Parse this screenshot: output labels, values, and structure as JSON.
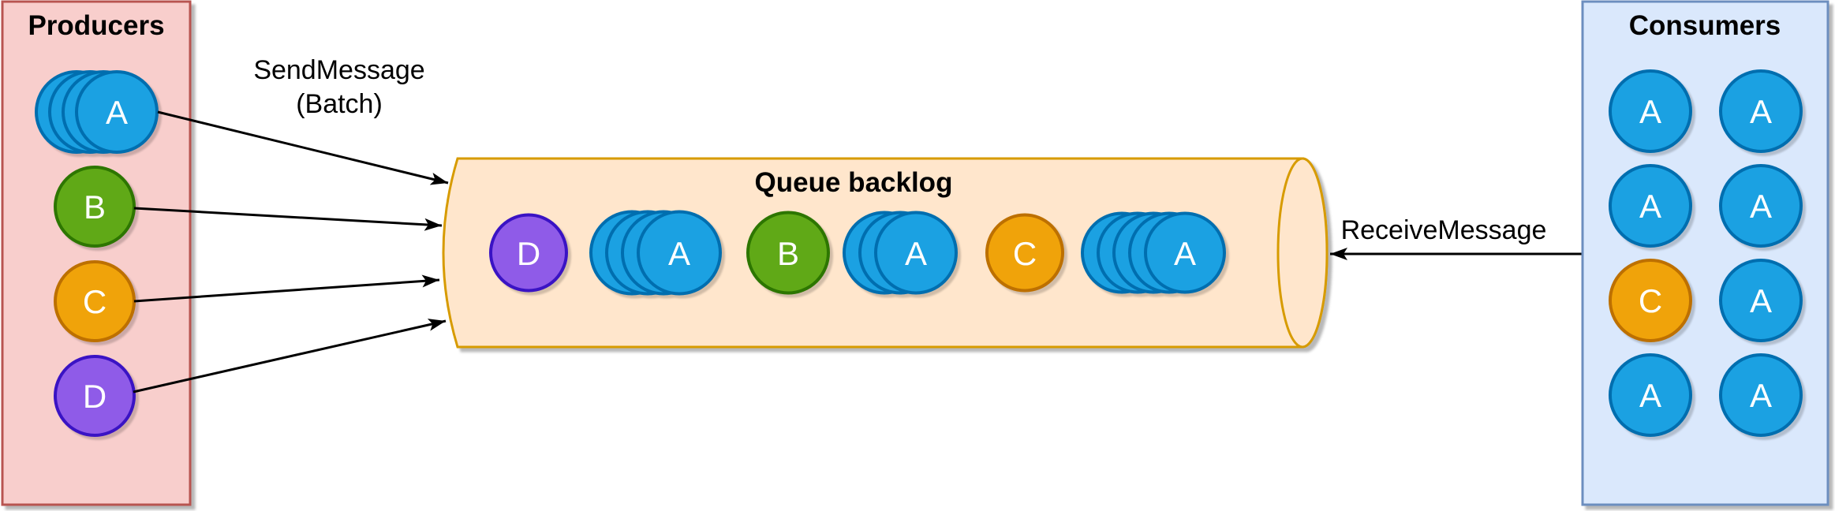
{
  "producers": {
    "title": "Producers",
    "items": [
      {
        "label": "A",
        "color": "blue",
        "stack_count": 4
      },
      {
        "label": "B",
        "color": "green",
        "stack_count": 1
      },
      {
        "label": "C",
        "color": "orange",
        "stack_count": 1
      },
      {
        "label": "D",
        "color": "purple",
        "stack_count": 1
      }
    ]
  },
  "queue": {
    "title": "Queue backlog",
    "items": [
      {
        "label": "D",
        "color": "purple",
        "stack_count": 1
      },
      {
        "label": "A",
        "color": "blue",
        "stack_count": 4
      },
      {
        "label": "B",
        "color": "green",
        "stack_count": 1
      },
      {
        "label": "A",
        "color": "blue",
        "stack_count": 3
      },
      {
        "label": "C",
        "color": "orange",
        "stack_count": 1
      },
      {
        "label": "A",
        "color": "blue",
        "stack_count": 5
      }
    ]
  },
  "consumers": {
    "title": "Consumers",
    "grid": [
      [
        "A",
        "A"
      ],
      [
        "A",
        "A"
      ],
      [
        "C",
        "A"
      ],
      [
        "A",
        "A"
      ]
    ],
    "grid_colors": [
      [
        "blue",
        "blue"
      ],
      [
        "blue",
        "blue"
      ],
      [
        "orange",
        "blue"
      ],
      [
        "blue",
        "blue"
      ]
    ]
  },
  "labels": {
    "send_line1": "SendMessage",
    "send_line2": "(Batch)",
    "receive": "ReceiveMessage"
  },
  "arrows": {
    "send_count": 4,
    "send_direction": "producers-to-queue",
    "receive_direction": "consumers-to-queue"
  },
  "colors": {
    "producers_box_fill": "#F8CECC",
    "producers_box_stroke": "#B85450",
    "consumers_box_fill": "#DAE8FC",
    "consumers_box_stroke": "#6C8EBF",
    "queue_fill": "#FFE6CC",
    "queue_stroke": "#D79B00",
    "blue_fill": "#1BA1E2",
    "blue_stroke": "#006EAF",
    "green_fill": "#60A917",
    "green_stroke": "#2D7600",
    "orange_fill": "#F0A30A",
    "orange_stroke": "#BD7000",
    "purple_fill": "#8F5BE8",
    "purple_stroke": "#3A13C4",
    "arrow_color": "#000000",
    "letter_color": "#FFFFFF"
  }
}
